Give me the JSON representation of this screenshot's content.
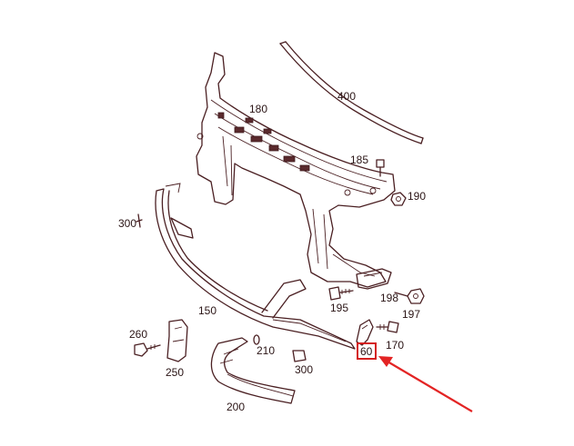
{
  "labels": {
    "p400": "400",
    "p180": "180",
    "p185": "185",
    "p190": "190",
    "p300a": "300",
    "p150": "150",
    "p198": "198",
    "p195": "195",
    "p197": "197",
    "p170": "170",
    "p260": "260",
    "p250": "250",
    "p210": "210",
    "p300b": "300",
    "p60": "60",
    "p200": "200"
  },
  "colors": {
    "line": "#4a1f22",
    "highlight": "#d41f1f",
    "arrow": "#e32424"
  },
  "highlighted_part": "60"
}
